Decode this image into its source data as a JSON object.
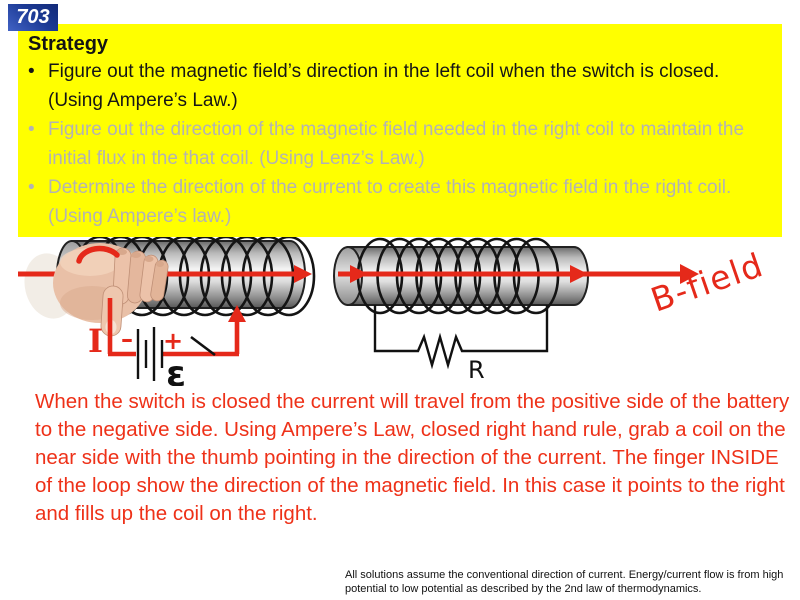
{
  "page": {
    "number": "703"
  },
  "colors": {
    "badge_blue": "#1c3a95",
    "panel_yellow": "#ffff00",
    "text_red": "#ee3118",
    "arrow_red": "#e5291a",
    "dimmed_gray": "#b3b3b3"
  },
  "strategy": {
    "title": "Strategy",
    "bullets": [
      {
        "marker": "•",
        "state": "active",
        "text": "Figure out the magnetic field’s direction in the left coil when the switch is closed. (Using Ampere’s Law.)"
      },
      {
        "marker": "•",
        "state": "dimmed",
        "text": "Figure out the direction of the magnetic field needed in the right coil to maintain the initial flux in the that coil. (Using Lenz’s Law.)"
      },
      {
        "marker": "•",
        "state": "dimmed",
        "text": "Determine the direction of the current to create this magnetic field in the right coil. (Using Ampere’s law.)"
      }
    ]
  },
  "diagram": {
    "current_label": "I",
    "battery_minus": "–",
    "battery_plus": "+",
    "emf_label": "ε",
    "resistor_label": "R",
    "field_label": "B-field"
  },
  "explanation": "When the switch is closed the current will travel from the positive side of the battery to the negative side. Using Ampere’s Law, closed right hand rule, grab a coil on the near side with the thumb pointing in the direction of the current. The finger INSIDE of the loop show the direction of the magnetic field. In this case it points to the right and fills up the coil on the right.",
  "footnote": "All solutions assume the conventional direction of current. Energy/current flow is from high potential to low potential as described by the 2nd law of thermodynamics."
}
